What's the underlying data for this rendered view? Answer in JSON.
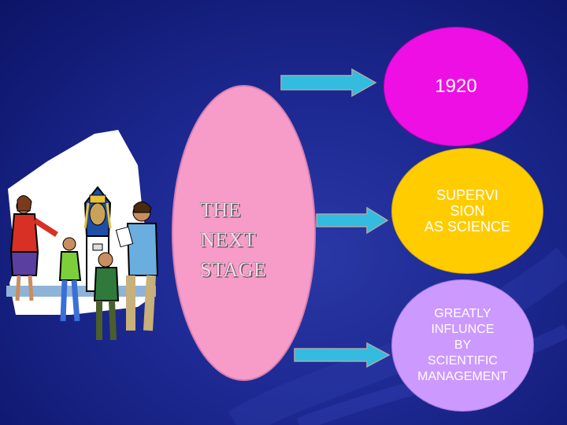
{
  "stage_label": [
    "THE",
    "NEXT",
    "STAGE"
  ],
  "nodes": [
    {
      "id": "year",
      "text": "1920"
    },
    {
      "id": "supervision",
      "text": "SUPERVI\nSION\nAS SCIENCE"
    },
    {
      "id": "influence",
      "text": "GREATLY\nINFLUNCE\nBY\nSCIENTIFIC\nMANAGEMENT"
    }
  ],
  "colors": {
    "background": "#1c2890",
    "stage_oval": "#f79bc9",
    "year_oval": "#ee0fe4",
    "supervision_oval": "#ffcc00",
    "influence_oval": "#cc99ff",
    "arrow": "#33bbe0"
  },
  "illustration": "museum-visitors-with-pharaoh-statue-clipart"
}
